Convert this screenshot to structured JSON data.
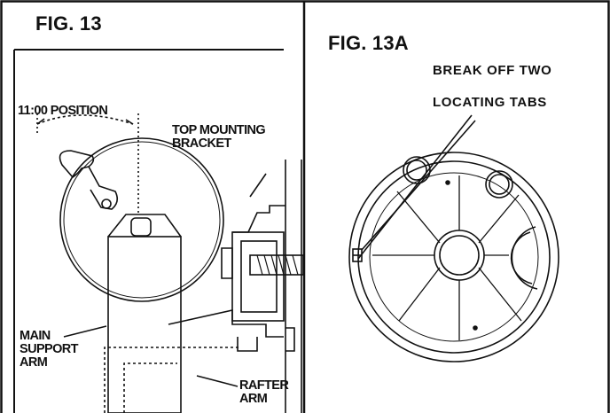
{
  "left_panel": {
    "title": "FIG. 13",
    "labels": {
      "position": "11:00 POSITION",
      "top_mounting_bracket": "TOP MOUNTING\nBRACKET",
      "main_support_arm": "MAIN\nSUPPORT\nARM",
      "rafter_arm": "RAFTER\nARM"
    }
  },
  "right_panel": {
    "title": "FIG. 13A",
    "labels": {
      "break_off": "BREAK OFF TWO",
      "locating_tabs": "LOCATING TABS"
    }
  }
}
